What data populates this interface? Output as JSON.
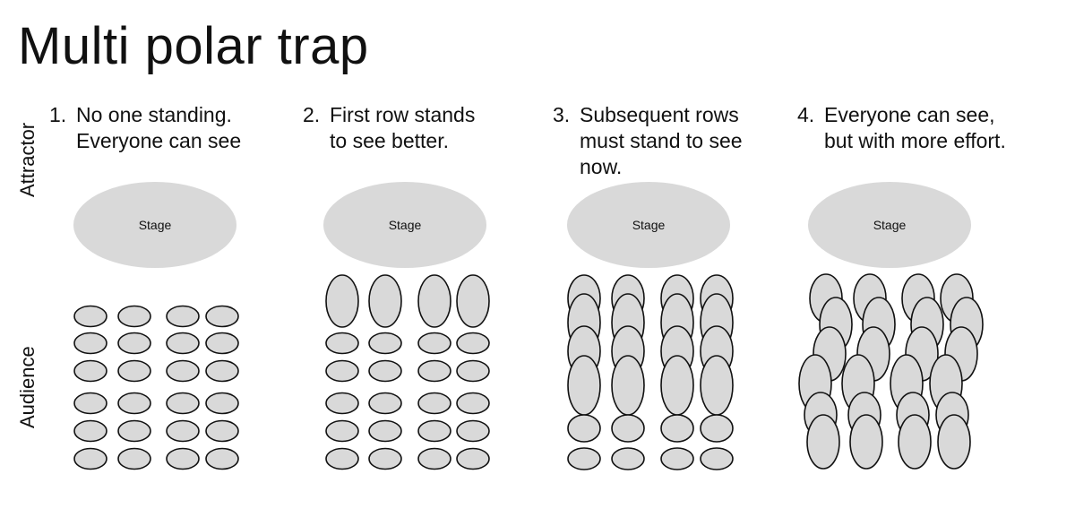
{
  "title": "Multi polar trap",
  "side_labels": {
    "attractor": "Attractor",
    "audience": "Audience"
  },
  "steps": [
    {
      "num": "1.",
      "text": "No one standing.\nEveryone can see"
    },
    {
      "num": "2.",
      "text": "First row stands\nto see better."
    },
    {
      "num": "3.",
      "text": "Subsequent rows\nmust stand to see\nnow."
    },
    {
      "num": "4.",
      "text": "Everyone can see,\nbut with more effort."
    }
  ],
  "stage_label": "Stage",
  "colors": {
    "fill": "#d9d9d9",
    "stroke": "#111111",
    "text": "#111111"
  }
}
